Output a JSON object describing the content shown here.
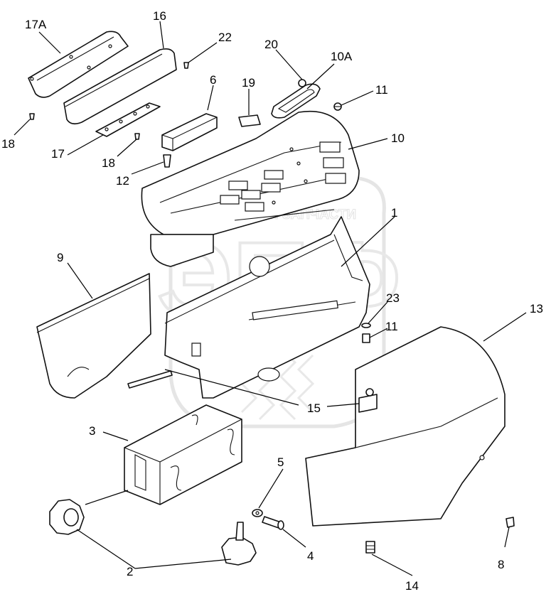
{
  "callouts": [
    {
      "id": "17A",
      "label": "17A"
    },
    {
      "id": "16",
      "label": "16"
    },
    {
      "id": "22",
      "label": "22"
    },
    {
      "id": "20",
      "label": "20"
    },
    {
      "id": "10A",
      "label": "10A"
    },
    {
      "id": "6",
      "label": "6"
    },
    {
      "id": "19",
      "label": "19"
    },
    {
      "id": "11a",
      "label": "11"
    },
    {
      "id": "18a",
      "label": "18"
    },
    {
      "id": "17",
      "label": "17"
    },
    {
      "id": "18b",
      "label": "18"
    },
    {
      "id": "10",
      "label": "10"
    },
    {
      "id": "12",
      "label": "12"
    },
    {
      "id": "1",
      "label": "1"
    },
    {
      "id": "9",
      "label": "9"
    },
    {
      "id": "23",
      "label": "23"
    },
    {
      "id": "13",
      "label": "13"
    },
    {
      "id": "11b",
      "label": "11"
    },
    {
      "id": "15",
      "label": "15"
    },
    {
      "id": "3",
      "label": "3"
    },
    {
      "id": "5",
      "label": "5"
    },
    {
      "id": "4",
      "label": "4"
    },
    {
      "id": "2",
      "label": "2"
    },
    {
      "id": "8",
      "label": "8"
    },
    {
      "id": "14",
      "label": "14"
    }
  ],
  "watermark": {
    "text": "ТЕХНИКА И ЗАПЧАСТИ",
    "letters": "ЭПФ"
  }
}
